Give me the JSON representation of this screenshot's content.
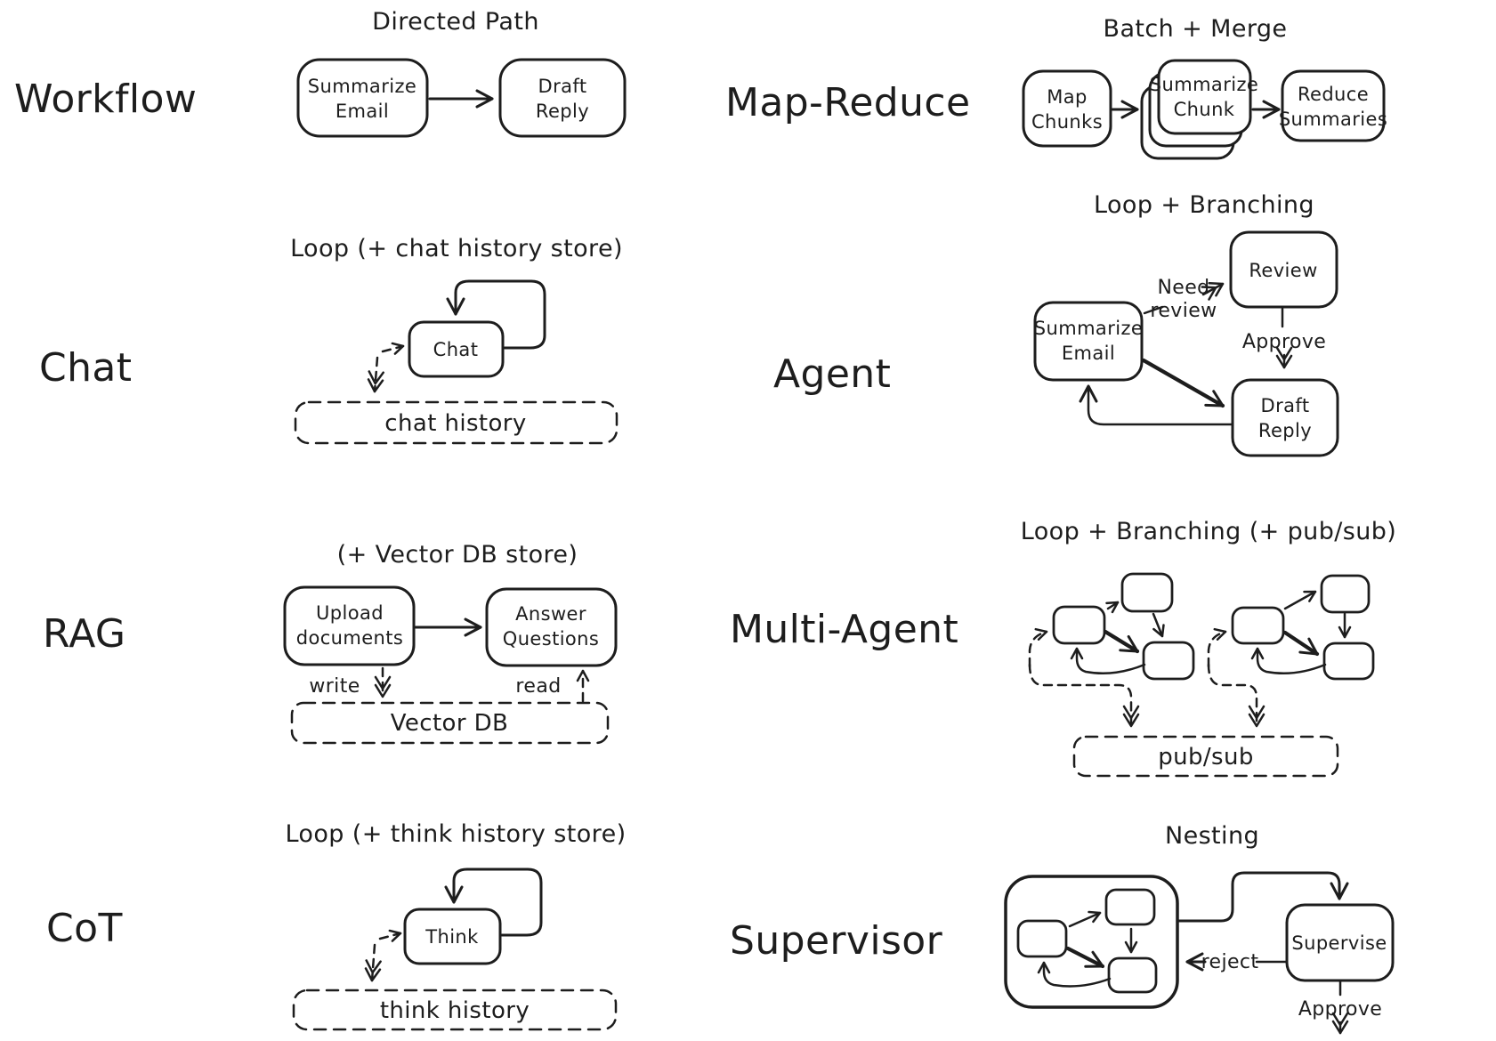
{
  "canvas": {
    "background": "#ffffff",
    "ink": "#1d1d1d"
  },
  "sections": {
    "workflow": {
      "label": "Workflow",
      "subtitle": "Directed Path",
      "node_summarize": [
        "Summarize",
        "Email"
      ],
      "node_draft": [
        "Draft",
        "Reply"
      ]
    },
    "map_reduce": {
      "label": "Map-Reduce",
      "subtitle": "Batch + Merge",
      "node_map": [
        "Map",
        "Chunks"
      ],
      "node_summarize": [
        "Summarize",
        "Chunk"
      ],
      "node_reduce": [
        "Reduce",
        "Summaries"
      ]
    },
    "chat": {
      "label": "Chat",
      "subtitle": "Loop (+ chat history store)",
      "node_chat": "Chat",
      "store": "chat history"
    },
    "agent": {
      "label": "Agent",
      "subtitle": "Loop + Branching",
      "node_summarize": [
        "Summarize",
        "Email"
      ],
      "node_review": "Review",
      "node_draft": [
        "Draft",
        "Reply"
      ],
      "edge_need_review": [
        "Need",
        "review"
      ],
      "edge_approve": "Approve"
    },
    "rag": {
      "label": "RAG",
      "subtitle": "(+ Vector DB store)",
      "node_upload": [
        "Upload",
        "documents"
      ],
      "node_answer": [
        "Answer",
        "Questions"
      ],
      "edge_write": "write",
      "edge_read": "read",
      "store": "Vector DB"
    },
    "multi_agent": {
      "label": "Multi-Agent",
      "subtitle": "Loop + Branching (+ pub/sub)",
      "store": "pub/sub"
    },
    "cot": {
      "label": "CoT",
      "subtitle": "Loop (+ think history store)",
      "node_think": "Think",
      "store": "think history"
    },
    "supervisor": {
      "label": "Supervisor",
      "subtitle": "Nesting",
      "node_supervise": "Supervise",
      "edge_reject": "reject",
      "edge_approve": "Approve"
    }
  }
}
